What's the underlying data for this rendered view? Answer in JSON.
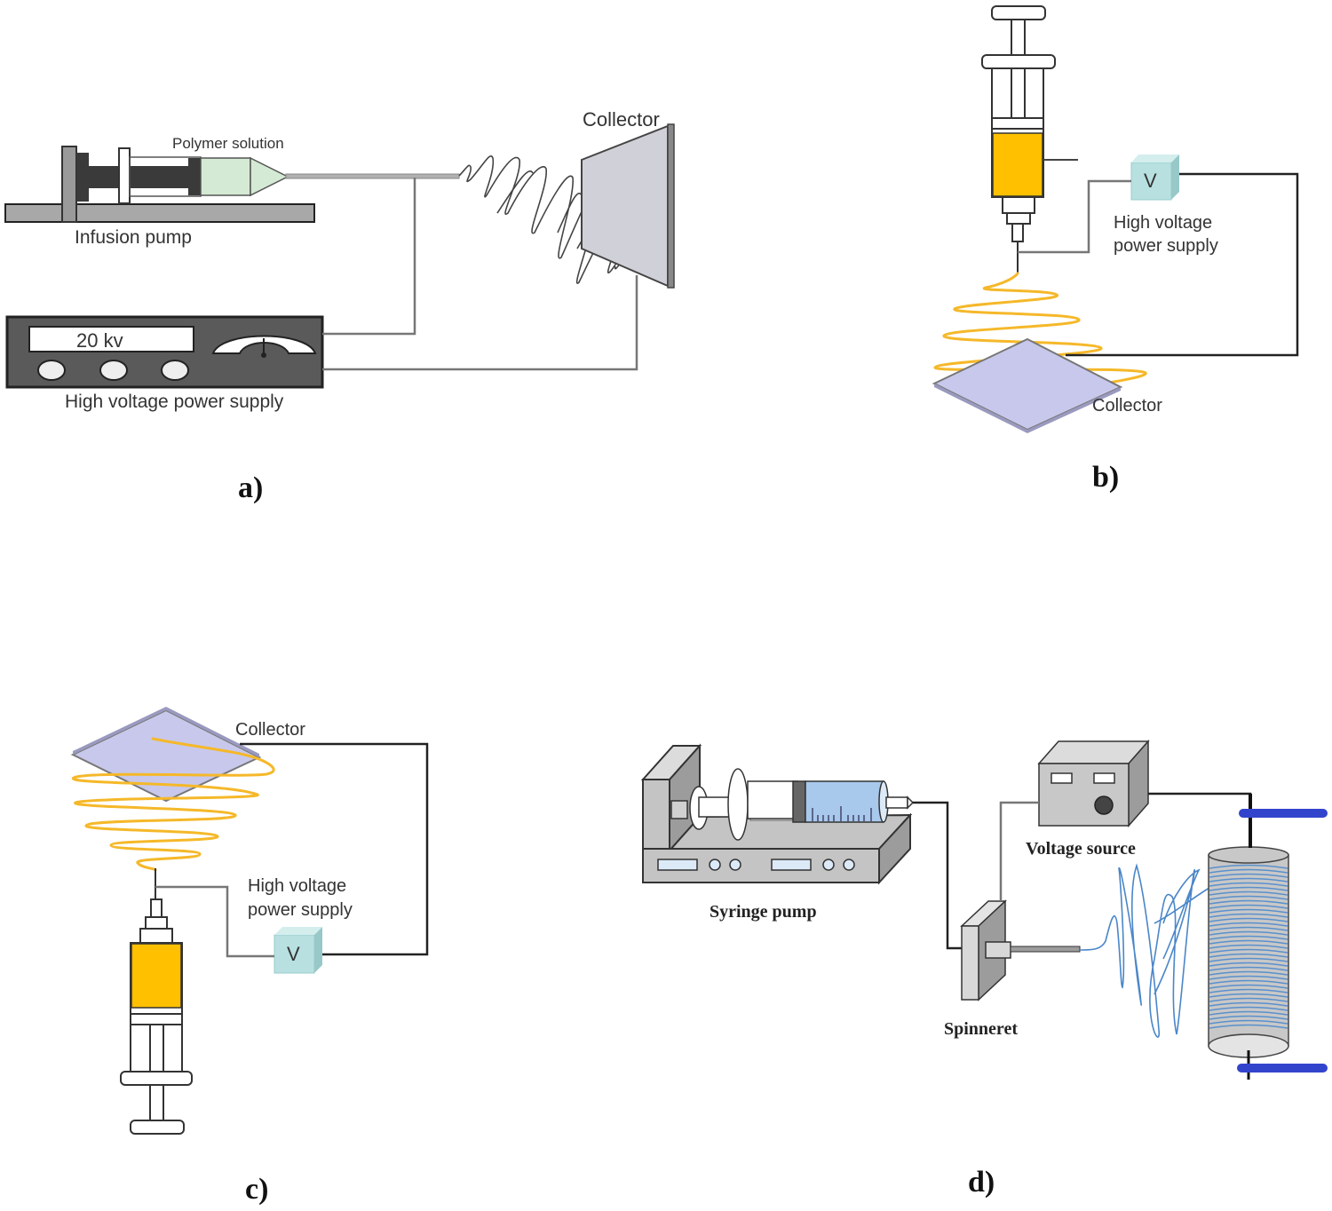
{
  "figure": {
    "panels": [
      {
        "id": "a",
        "label": "a)",
        "labels": {
          "polymer_solution": "Polymer solution",
          "collector": "Collector",
          "infusion_pump": "Infusion pump",
          "display_value": "20 kv",
          "power_supply": "High voltage power supply"
        }
      },
      {
        "id": "b",
        "label": "b)",
        "labels": {
          "voltage_symbol": "V",
          "power_supply_line1": "High voltage",
          "power_supply_line2": "power supply",
          "collector": "Collector"
        }
      },
      {
        "id": "c",
        "label": "c)",
        "labels": {
          "collector": "Collector",
          "power_supply_line1": "High voltage",
          "power_supply_line2": "power supply",
          "voltage_symbol": "V"
        }
      },
      {
        "id": "d",
        "label": "d)",
        "labels": {
          "syringe_pump": "Syringe pump",
          "voltage_source": "Voltage source",
          "spinneret": "Spinneret"
        }
      }
    ]
  },
  "colors": {
    "polymer_green": "#d4ead4",
    "solution_orange": "#ffc000",
    "collector_lavender": "#c8c8ec",
    "voltage_box_cyan": "#b8e0e0",
    "syringe_blue": "#a8c8ec",
    "fiber_yellow": "#f5b829",
    "fiber_blue": "#4a86c8",
    "rod_blue": "#3344cc",
    "device_gray": "#c8c8c8",
    "dark_gray": "#3a3a3a"
  }
}
